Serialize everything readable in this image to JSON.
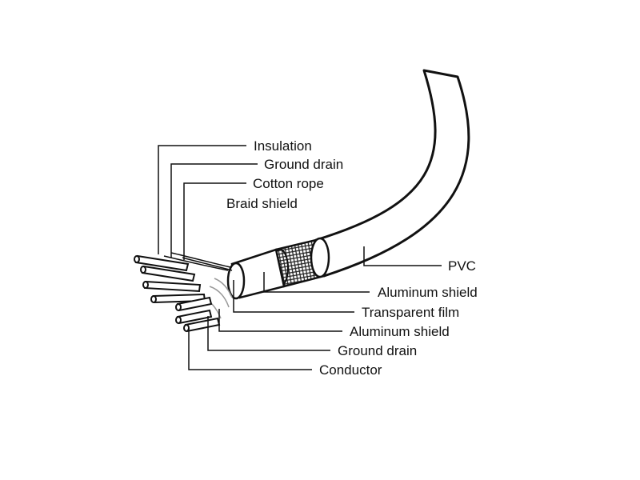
{
  "labels": {
    "insulation": "Insulation",
    "ground_drain_top": "Ground drain",
    "cotton_rope": "Cotton rope",
    "braid_shield": "Braid shield",
    "pvc": "PVC",
    "aluminum_shield_outer": "Aluminum shield",
    "transparent_film": "Transparent film",
    "aluminum_shield_inner": "Aluminum shield",
    "ground_drain_bottom": "Ground drain",
    "conductor": "Conductor"
  },
  "colors": {
    "line": "#111111",
    "background": "#ffffff",
    "braid_fill": "#3a3a3a"
  }
}
